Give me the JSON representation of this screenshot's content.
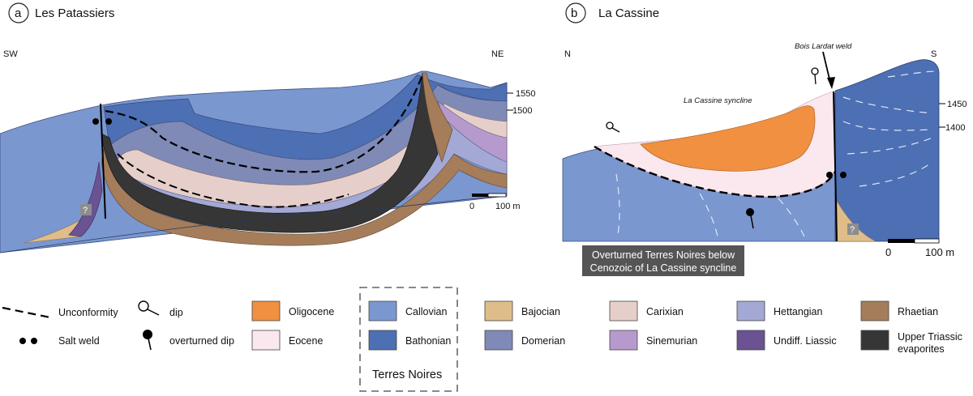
{
  "panels": [
    {
      "letter": "a",
      "title": "Les Patassiers",
      "left_dir": "SW",
      "right_dir": "NE",
      "elev_labels": [
        "1550",
        "1500"
      ],
      "scale": {
        "start": "0",
        "end": "100 m"
      },
      "question_mark": "?"
    },
    {
      "letter": "b",
      "title": "La Cassine",
      "left_dir": "N",
      "right_dir": "S",
      "elev_labels": [
        "1450",
        "1400"
      ],
      "scale": {
        "start": "0",
        "end": "100 m"
      },
      "question_mark": "?",
      "weld_label": "Bois Lardat weld",
      "syncline_label": "La Cassine syncline",
      "note_lines": [
        "Overturned Terres Noires below",
        "Cenozoic of La Cassine syncline"
      ]
    }
  ],
  "colors": {
    "oligocene": "#f09040",
    "eocene": "#fbe8ee",
    "callovian": "#7a97cf",
    "bathonian": "#4d6fb3",
    "domerian": "#7f8ab6",
    "bajocian": "#dfbd8a",
    "carixian": "#e6cfca",
    "sinemurian": "#b69ace",
    "hettangian": "#a3a8d5",
    "undiff_liassic": "#6a5293",
    "rhaetian": "#a57d5b",
    "triassic": "#363636"
  },
  "legend": {
    "symbols": [
      {
        "key": "unconformity",
        "label": "Unconformity"
      },
      {
        "key": "salt_weld",
        "label": "Salt weld"
      },
      {
        "key": "dip",
        "label": "dip"
      },
      {
        "key": "overturned_dip",
        "label": "overturned dip"
      }
    ],
    "units": [
      {
        "key": "oligocene",
        "label": "Oligocene"
      },
      {
        "key": "eocene",
        "label": "Eocene"
      },
      {
        "key": "callovian",
        "label": "Callovian"
      },
      {
        "key": "bathonian",
        "label": "Bathonian"
      },
      {
        "key": "bajocian",
        "label": "Bajocian"
      },
      {
        "key": "domerian",
        "label": "Domerian"
      },
      {
        "key": "carixian",
        "label": "Carixian"
      },
      {
        "key": "sinemurian",
        "label": "Sinemurian"
      },
      {
        "key": "hettangian",
        "label": "Hettangian"
      },
      {
        "key": "undiff_liassic",
        "label": "Undiff. Liassic"
      },
      {
        "key": "rhaetian",
        "label": "Rhaetian"
      },
      {
        "key": "triassic",
        "label_lines": [
          "Upper Triassic",
          "evaporites"
        ]
      }
    ],
    "group_label": "Terres Noires"
  }
}
